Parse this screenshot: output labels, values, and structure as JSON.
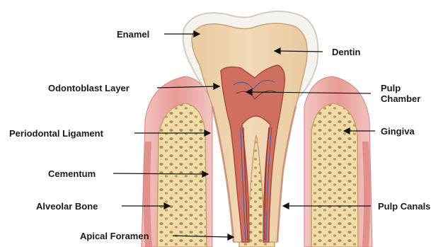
{
  "labels": {
    "enamel": "Enamel",
    "dentin": "Dentin",
    "odontoblast_layer": "Odontoblast Layer",
    "pulp_chamber_line1": "Pulp",
    "pulp_chamber_line2": "Chamber",
    "periodontal_ligament": "Periodontal Ligament",
    "gingiva": "Gingiva",
    "cementum": "Cementum",
    "alveolar_bone": "Alveolar Bone",
    "pulp_canals": "Pulp Canals",
    "apical_foramen": "Apical Foramen"
  },
  "colors": {
    "enamel": "#f4f1ec",
    "dentin": "#e8c9a3",
    "pulp": "#c96a5e",
    "gum": "#e9a3a0",
    "bone": "#ecd9a6",
    "text": "#1a1a1a"
  }
}
